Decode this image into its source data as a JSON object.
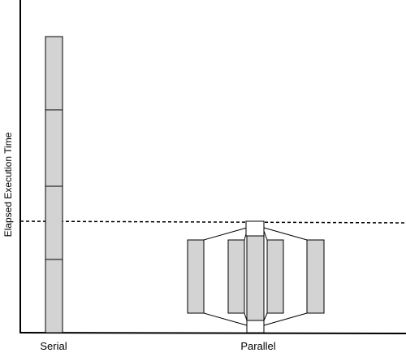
{
  "diagram": {
    "y_axis_label": "Elapsed Execution Time",
    "serial_label": "Serial",
    "parallel_label": "Parallel"
  },
  "colors": {
    "block_fill": "#d3d3d3",
    "stroke": "#000000"
  }
}
